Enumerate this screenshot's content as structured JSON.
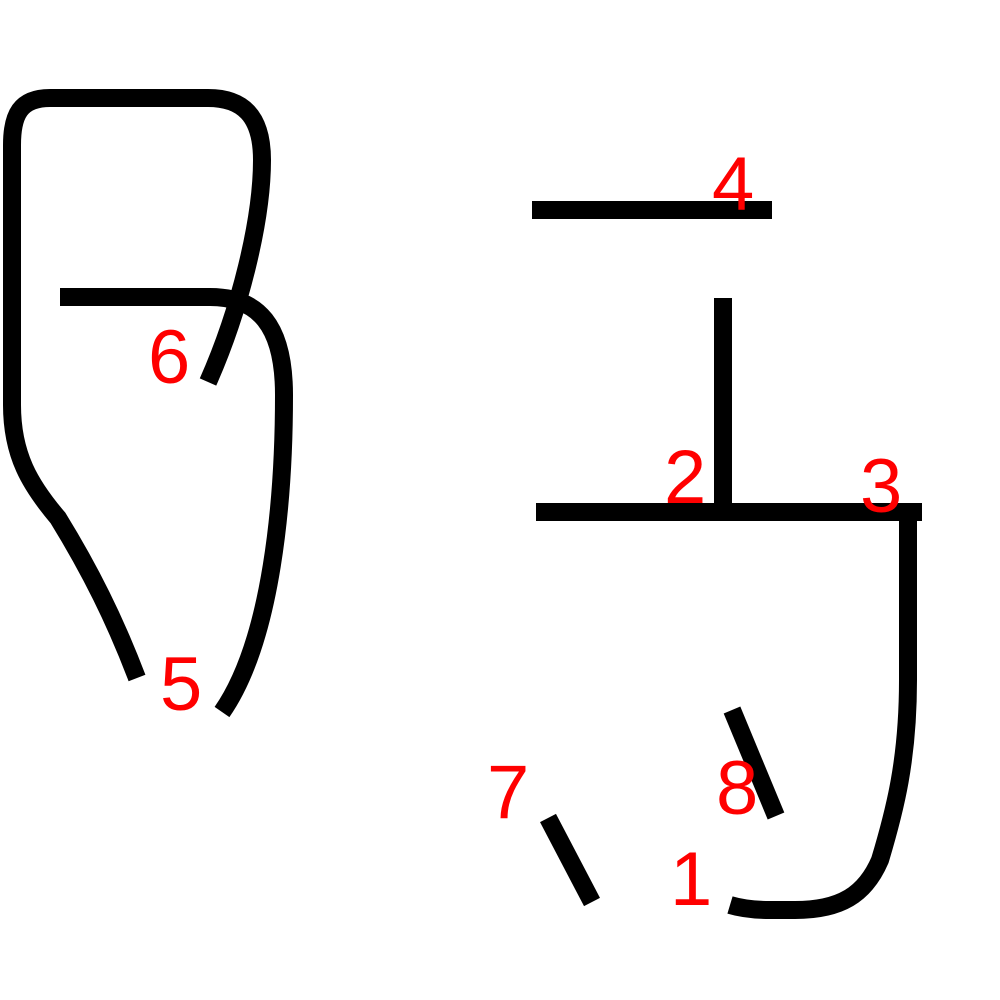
{
  "colors": {
    "stroke": "#000000",
    "label": "#ff0000",
    "background": "#ffffff"
  },
  "strokes": [
    {
      "label": "1"
    },
    {
      "label": "2"
    },
    {
      "label": "3"
    },
    {
      "label": "4"
    },
    {
      "label": "5"
    },
    {
      "label": "6"
    },
    {
      "label": "7"
    },
    {
      "label": "8"
    }
  ]
}
